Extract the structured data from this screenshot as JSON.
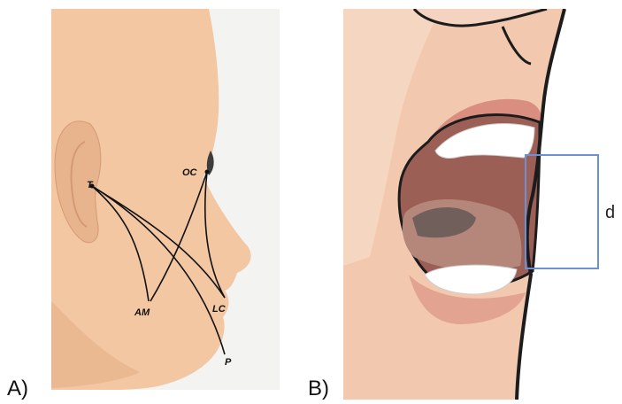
{
  "panels": {
    "a": {
      "label": "A)"
    },
    "b": {
      "label": "B)"
    }
  },
  "landmarks": {
    "tragus": "T",
    "outer_canthus": "OC",
    "angle_of_mandible": "AM",
    "labial_commissure": "LC",
    "pogonion": "P"
  },
  "measurement": {
    "label": "d"
  },
  "colors": {
    "skin": "#f2c7a2",
    "skin_shadow": "#e3ab84",
    "line": "#111111",
    "measure_box": "#6e8fd0",
    "cartoon_skin": "#f2c9ae",
    "lip": "#d98e80",
    "teeth": "#ffffff",
    "mouth_interior": "#9c5f56"
  }
}
